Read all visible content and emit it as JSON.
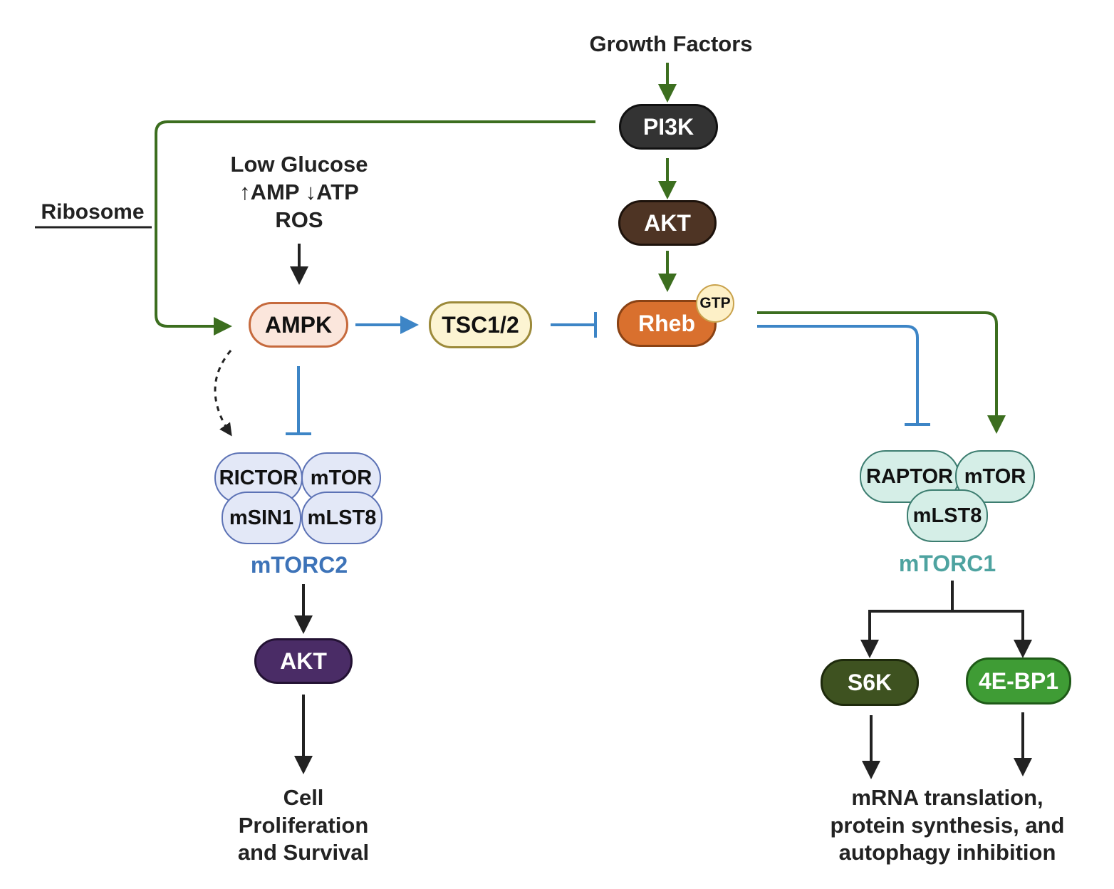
{
  "inputs": {
    "growth_factors": "Growth Factors",
    "ribosome": "Ribosome",
    "low_glucose": "Low Glucose",
    "amp_atp": "↑AMP ↓ATP",
    "ros": "ROS"
  },
  "nodes": {
    "pi3k": "PI3K",
    "akt_top": "AKT",
    "rheb": "Rheb",
    "gtp": "GTP",
    "ampk": "AMPK",
    "tsc": "TSC1/2",
    "akt_bottom": "AKT",
    "s6k": "S6K",
    "eb4": "4E-BP1"
  },
  "mtorc2": {
    "label": "mTORC2",
    "rictor": "RICTOR",
    "mtor": "mTOR",
    "msin1": "mSIN1",
    "mlst8": "mLST8"
  },
  "mtorc1": {
    "label": "mTORC1",
    "raptor": "RAPTOR",
    "mtor": "mTOR",
    "mlst8": "mLST8"
  },
  "outputs": {
    "mtorc2_line1": "Cell",
    "mtorc2_line2": "Proliferation",
    "mtorc2_line3": "and Survival",
    "mtorc1_line1": "mRNA translation,",
    "mtorc1_line2": "protein synthesis, and",
    "mtorc1_line3": "autophagy inhibition"
  },
  "colors": {
    "activation_green": "#3c6e1f",
    "inhibition_blue": "#3d85c6",
    "arrow_black": "#222222",
    "pi3k": "#333333",
    "akt_top": "#4e3424",
    "rheb": "#d9702e",
    "ampk_fill": "#fbe6dc",
    "tsc_fill": "#fcf4d2",
    "akt_bottom": "#4a2c66",
    "s6k": "#3e5220",
    "eb4": "#3f9c35",
    "mtorc2_label": "#3d73b8",
    "mtorc1_label": "#4ea3a0"
  }
}
